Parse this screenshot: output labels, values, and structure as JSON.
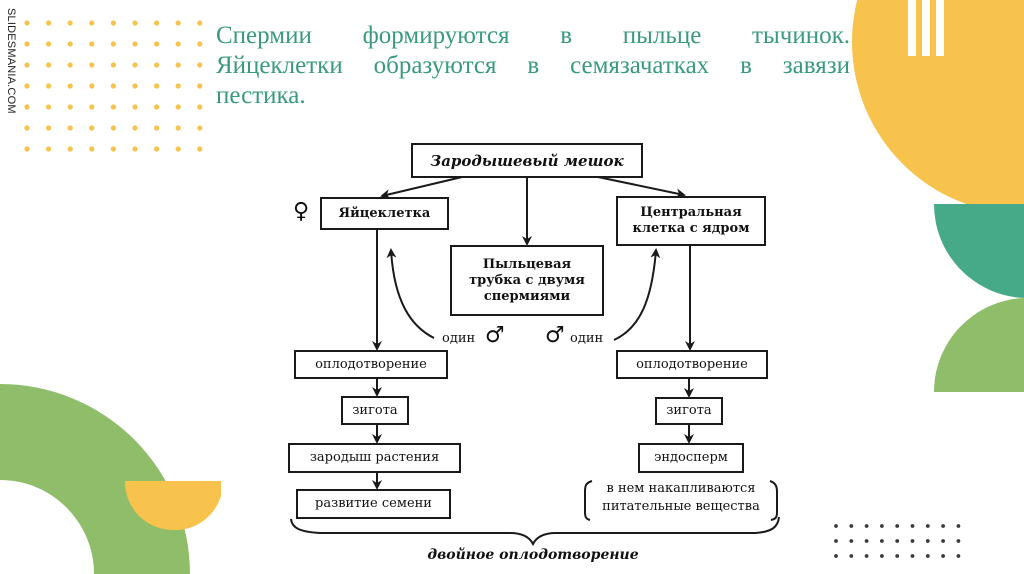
{
  "watermark": "SLIDESMANIA.COM",
  "heading": {
    "lines": [
      "Спермии формируются в пыльце тычинок.",
      "Яйцеклетки образуются в семязачатках в завязи",
      "пестика."
    ]
  },
  "colors": {
    "heading_text": "#3a9a7e",
    "yellow": "#f7c34d",
    "teal": "#46a987",
    "green": "#8fbd6a",
    "dark_dots": "#3a3a3a"
  },
  "icons": {
    "female": "♀",
    "male": "♂"
  },
  "diagram": {
    "root": "Зародышевый мешок",
    "egg_cell": "Яйцеклетка",
    "central_cell_line1": "Центральная",
    "central_cell_line2": "клетка с ядром",
    "pollen_tube_line1": "Пыльцевая",
    "pollen_tube_line2": "трубка с двумя",
    "pollen_tube_line3": "спермиями",
    "one_left": "один",
    "one_right": "один",
    "left_branch": [
      "оплодотворение",
      "зигота",
      "зародыш растения",
      "развитие семени"
    ],
    "right_branch": [
      "оплодотворение",
      "зигота",
      "эндосперм"
    ],
    "note_line1": "в нем накапливаются",
    "note_line2": "питательные вещества",
    "footer": "двойное оплодотворение"
  }
}
